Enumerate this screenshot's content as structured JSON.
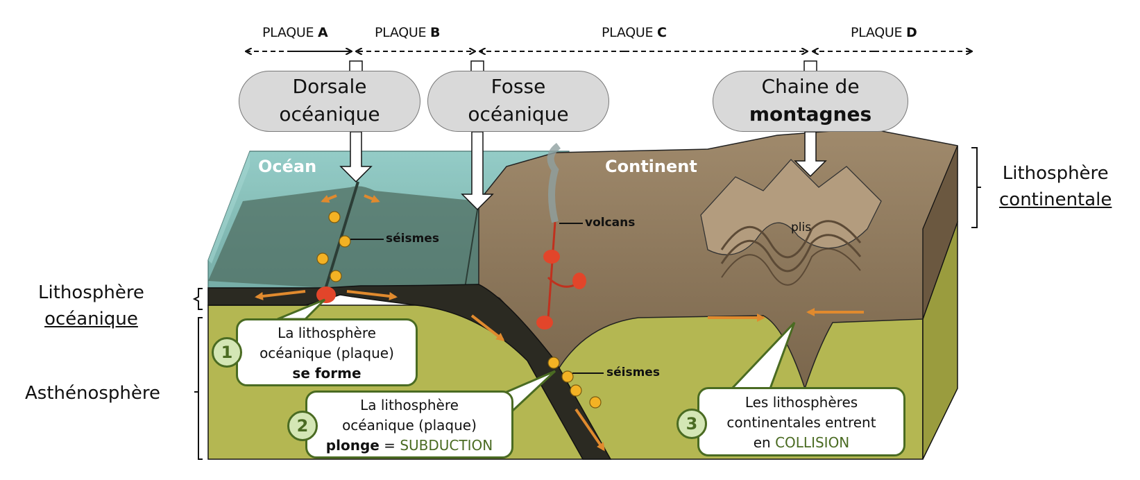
{
  "plates": [
    {
      "prefix": "PLAQUE",
      "letter": "A"
    },
    {
      "prefix": "PLAQUE",
      "letter": "B"
    },
    {
      "prefix": "PLAQUE",
      "letter": "C"
    },
    {
      "prefix": "PLAQUE",
      "letter": "D"
    }
  ],
  "boundaries": [
    {
      "line1": "Dorsale",
      "line2": "océanique"
    },
    {
      "line1": "Fosse",
      "line2": "océanique"
    },
    {
      "line1": "Chaine de",
      "line2": "montagnes"
    }
  ],
  "layers": {
    "oceanic_lithosphere": {
      "line1": "Lithosphère",
      "line2": "océanique"
    },
    "asthenosphere": "Asthénosphère",
    "continental_lithosphere": {
      "line1": "Lithosphère",
      "line2": "continentale"
    }
  },
  "surface_labels": {
    "ocean": "Océan",
    "continent": "Continent"
  },
  "feature_labels": {
    "seismes_ridge": "séismes",
    "volcans": "volcans",
    "seismes_subduction": "séismes",
    "plis": "plis"
  },
  "steps": [
    {
      "number": "1",
      "line1": "La lithosphère",
      "line2": "océanique (plaque)",
      "line3_bold": "se forme",
      "line3_eq": "",
      "line3_key": ""
    },
    {
      "number": "2",
      "line1": "La lithosphère",
      "line2": "océanique (plaque)",
      "line3_bold": "plonge",
      "line3_eq": " = ",
      "line3_key": "SUBDUCTION"
    },
    {
      "number": "3",
      "line1": "Les lithosphères",
      "line2": "continentales entrent",
      "line3_pre": "en ",
      "line3_key": "COLLISION"
    }
  ],
  "colors": {
    "ocean": "#8fcac4",
    "oceanic_crust": "#2b2a22",
    "asthenosphere": "#b4b752",
    "continent": "#8a7458",
    "accent_green": "#4a6b22",
    "arrow_orange": "#e08a2e",
    "magma": "#e2452a"
  }
}
